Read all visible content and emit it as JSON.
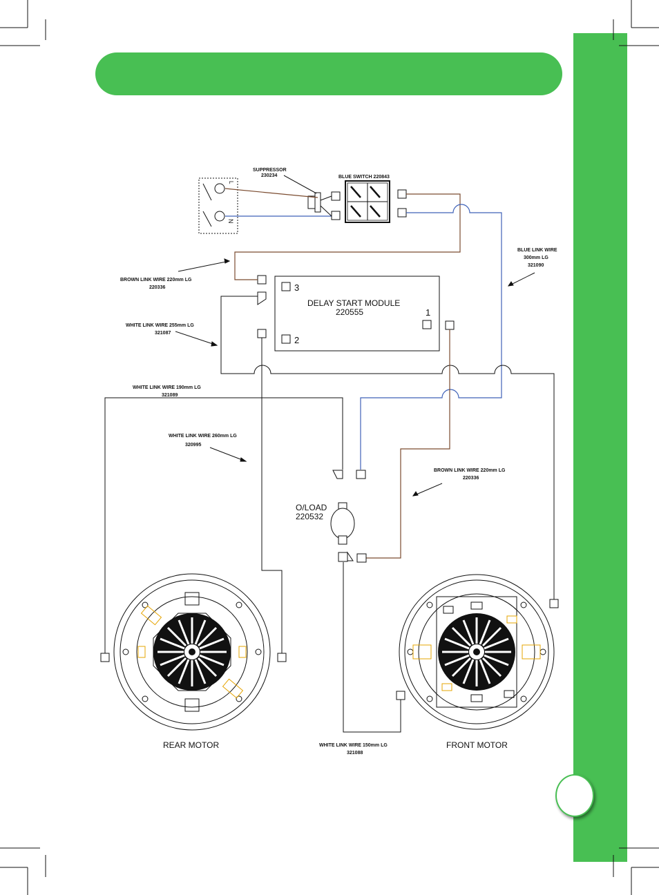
{
  "colors": {
    "accent_green": "#48bf53",
    "brown_wire": "#7a4a2e",
    "blue_wire": "#3f62b8",
    "line": "#111111",
    "yellow_part": "#e6a400"
  },
  "labels": {
    "suppressor": "SUPPRESSOR",
    "suppressor_code": "230234",
    "blue_switch": "BLUE SWITCH 220843",
    "terminal_l": "L",
    "terminal_n": "N",
    "blue_link_1": "BLUE LINK WIRE",
    "blue_link_2": "300mm LG",
    "blue_link_3": "321090",
    "brown_link_top_1": "BROWN LINK WIRE 220mm LG",
    "brown_link_top_2": "220336",
    "white_255_1": "WHITE LINK WIRE 255mm LG",
    "white_255_2": "321087",
    "white_190_1": "WHITE LINK WIRE 190mm LG",
    "white_190_2": "321089",
    "white_260_1": "WHITE LINK WIRE 260mm LG",
    "white_260_2": "320995",
    "brown_link_bot_1": "BROWN LINK WIRE 220mm LG",
    "brown_link_bot_2": "220336",
    "white_150_1": "WHITE LINK WIRE 150mm LG",
    "white_150_2": "321088",
    "module_name": "DELAY START MODULE",
    "module_code": "220555",
    "module_t3": "3",
    "module_t2": "2",
    "module_t1": "1",
    "oload_name": "O/LOAD",
    "oload_code": "220532",
    "rear_motor": "REAR MOTOR",
    "front_motor": "FRONT MOTOR"
  }
}
